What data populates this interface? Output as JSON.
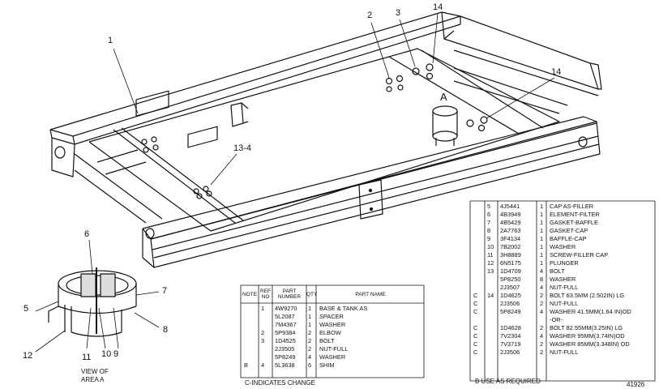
{
  "callouts": {
    "c1": "1",
    "c2": "2",
    "c3": "3",
    "c14a": "14",
    "c14b": "14",
    "c13_4": "13-4",
    "cA": "A",
    "c5": "5",
    "c6": "6",
    "c7": "7",
    "c8": "8",
    "c9": "9",
    "c10": "10",
    "c11": "11",
    "c12": "12"
  },
  "view_caption_line1": "VIEW OF",
  "view_caption_line2": "AREA  A",
  "left_table": {
    "headers": {
      "note": "NOTE",
      "ref": "REF NO",
      "part_number": "PART NUMBER",
      "qty": "QTY",
      "part_name": "PART NAME"
    },
    "rows": [
      {
        "note": "",
        "ref": "1",
        "part": "4W9270",
        "qty": "1",
        "name": "BASE & TANK AS"
      },
      {
        "note": "",
        "ref": "",
        "part": "5L2087",
        "qty": "1",
        "name": "  SPACER"
      },
      {
        "note": "",
        "ref": "",
        "part": "7M4367",
        "qty": "1",
        "name": "  WASHER"
      },
      {
        "note": "",
        "ref": "2",
        "part": "5P9384",
        "qty": "2",
        "name": "ELBOW"
      },
      {
        "note": "",
        "ref": "3",
        "part": "1D4525",
        "qty": "2",
        "name": "BOLT"
      },
      {
        "note": "",
        "ref": "",
        "part": "2J3505",
        "qty": "2",
        "name": "NUT-FULL"
      },
      {
        "note": "",
        "ref": "",
        "part": "5P8249",
        "qty": "4",
        "name": "WASHER"
      },
      {
        "note": "B",
        "ref": "4",
        "part": "5L3638",
        "qty": "6",
        "name": "SHIM"
      }
    ],
    "footer": "C-INDICATES CHANGE"
  },
  "right_table": {
    "rows": [
      {
        "note": "",
        "ref": "5",
        "part": "4J5441",
        "qty": "1",
        "name": "CAP AS-FILLER"
      },
      {
        "note": "",
        "ref": "6",
        "part": "4B3949",
        "qty": "1",
        "name": "  ELEMENT-FILTER"
      },
      {
        "note": "",
        "ref": "7",
        "part": "4B5429",
        "qty": "1",
        "name": "  GASKET-BAFFLE"
      },
      {
        "note": "",
        "ref": "8",
        "part": "2A7763",
        "qty": "1",
        "name": "  GASKET-CAP"
      },
      {
        "note": "",
        "ref": "9",
        "part": "3F4134",
        "qty": "1",
        "name": "  BAFFLE-CAP"
      },
      {
        "note": "",
        "ref": "10",
        "part": "7B2002",
        "qty": "1",
        "name": "  WASHER"
      },
      {
        "note": "",
        "ref": "11",
        "part": "3H8889",
        "qty": "1",
        "name": "  SCREW-FILLER CAP"
      },
      {
        "note": "",
        "ref": "12",
        "part": "6N5175",
        "qty": "1",
        "name": "PLUNGER"
      },
      {
        "note": "",
        "ref": "13",
        "part": "1D4709",
        "qty": "4",
        "name": "BOLT"
      },
      {
        "note": "",
        "ref": "",
        "part": "5P8250",
        "qty": "8",
        "name": "WASHER"
      },
      {
        "note": "",
        "ref": "",
        "part": "2J3507",
        "qty": "4",
        "name": "NUT-FULL"
      },
      {
        "note": "C",
        "ref": "14",
        "part": "1D4625",
        "qty": "2",
        "name": "BOLT 63.5MM (2.502IN) LG"
      },
      {
        "note": "C",
        "ref": "",
        "part": "2J3506",
        "qty": "2",
        "name": "NUT-FULL"
      },
      {
        "note": "C",
        "ref": "",
        "part": "5P8249",
        "qty": "4",
        "name": "WASHER 41.5MM(1.64 IN)OD"
      },
      {
        "note": "",
        "ref": "",
        "part": "",
        "qty": "",
        "name": "  -OR-"
      },
      {
        "note": "C",
        "ref": "",
        "part": "1D4628",
        "qty": "2",
        "name": "BOLT 82.55MM(3.25IN) LG"
      },
      {
        "note": "C",
        "ref": "",
        "part": "7V2304",
        "qty": "4",
        "name": "WASHER 95MM(3.74IN)OD"
      },
      {
        "note": "C",
        "ref": "",
        "part": "7V3719",
        "qty": "2",
        "name": "WASHER 85MM(3.348IN) OD"
      },
      {
        "note": "C",
        "ref": "",
        "part": "2J3506",
        "qty": "2",
        "name": "NUT-FULL"
      }
    ],
    "footer": "B   USE AS REQUIRED"
  },
  "figure_number": "41926"
}
